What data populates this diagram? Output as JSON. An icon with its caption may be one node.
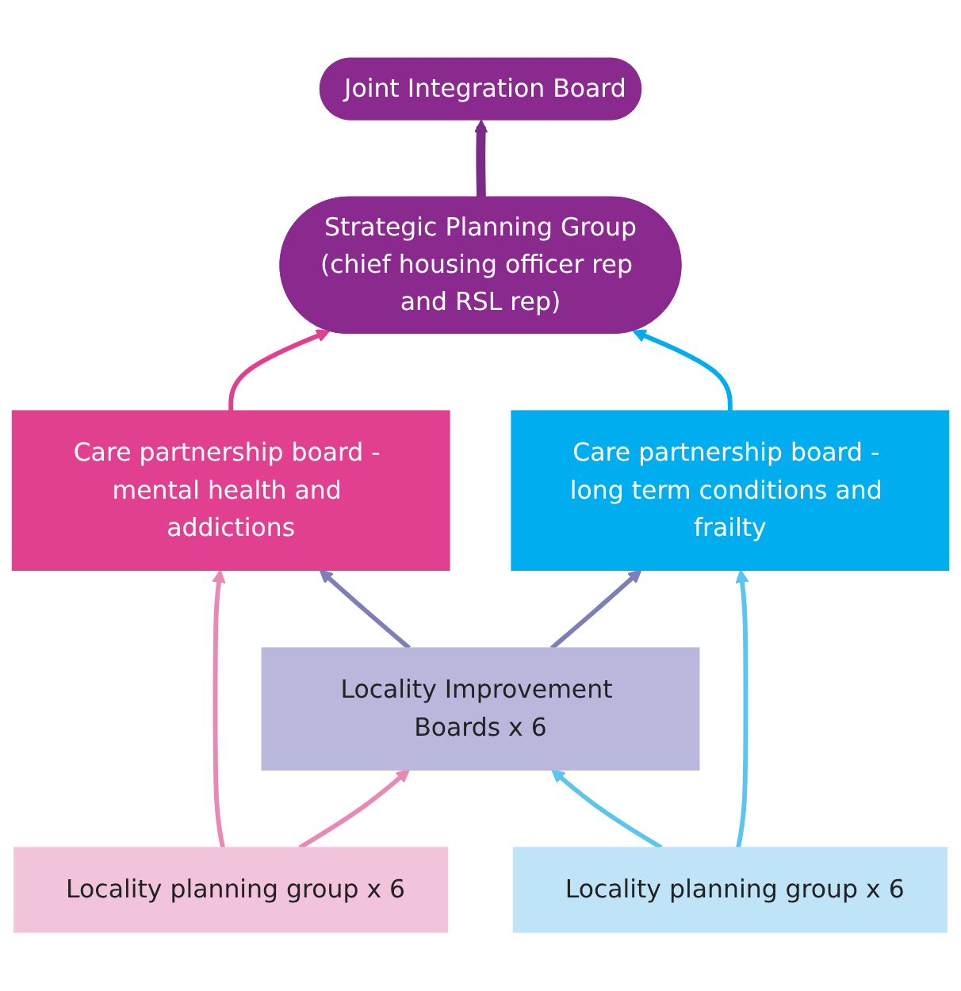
{
  "diagram": {
    "nodes": [
      {
        "text": [
          "Joint Integration Board"
        ]
      },
      {
        "text": [
          "Strategic Planning Group",
          "(chief housing officer rep and RSL rep)"
        ]
      },
      {
        "text": [
          "Care partnership board - mental health and addictions"
        ]
      },
      {
        "text": [
          "Care partnership board - long term conditions and frailty"
        ]
      },
      {
        "text": [
          "Locality Improvement Boards x 6"
        ]
      },
      {
        "text": [
          "Locality planning group x 6"
        ]
      },
      {
        "text": [
          "Locality planning group x 6"
        ]
      }
    ],
    "edges": [
      {
        "from": 1,
        "to": 0,
        "arrow": "to",
        "style": "thick",
        "color": "#7b2a8a"
      },
      {
        "from": 2,
        "to": 1,
        "arrow": "to",
        "color": "#e0408f"
      },
      {
        "from": 3,
        "to": 1,
        "arrow": "to",
        "color": "#00aeef"
      },
      {
        "from": 5,
        "to": 2,
        "arrow": "to",
        "color": "#e987b5"
      },
      {
        "from": 4,
        "to": 2,
        "arrow": "to",
        "color": "#7c7fb8"
      },
      {
        "from": 4,
        "to": 3,
        "arrow": "to",
        "color": "#7c7fb8"
      },
      {
        "from": 6,
        "to": 3,
        "arrow": "to",
        "color": "#5bc5f0"
      },
      {
        "from": 5,
        "to": 4,
        "arrow": "to",
        "color": "#e987b5"
      },
      {
        "from": 6,
        "to": 4,
        "arrow": "to",
        "color": "#5bc5f0"
      }
    ]
  }
}
